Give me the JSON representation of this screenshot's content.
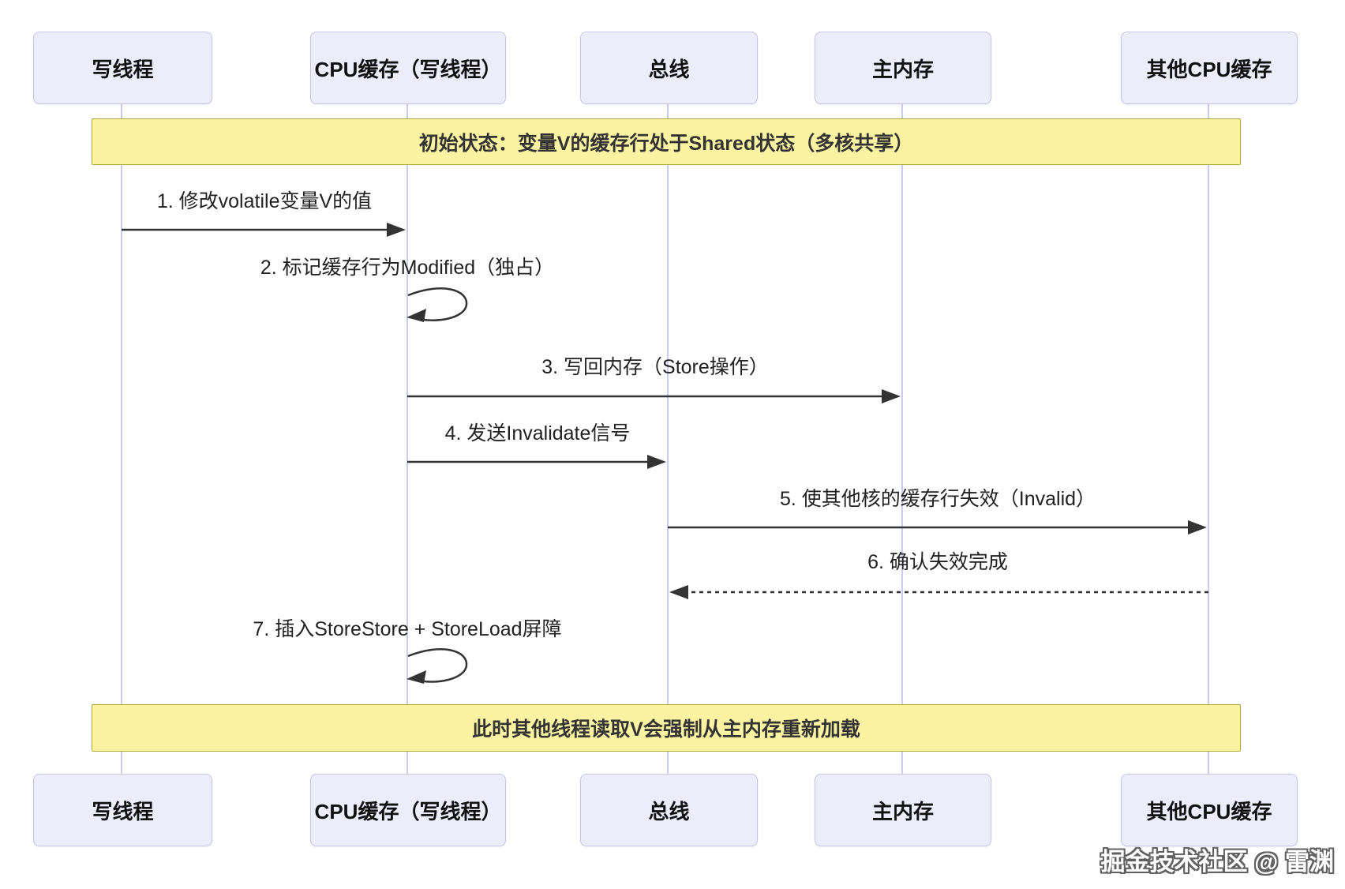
{
  "diagram": {
    "participants": [
      {
        "id": "writer-thread",
        "label": "写线程"
      },
      {
        "id": "cpu-cache-writer",
        "label": "CPU缓存（写线程）"
      },
      {
        "id": "bus",
        "label": "总线"
      },
      {
        "id": "main-memory",
        "label": "主内存"
      },
      {
        "id": "other-cpu-cache",
        "label": "其他CPU缓存"
      }
    ],
    "notes": [
      {
        "id": "initial-state",
        "text": "初始状态：变量V的缓存行处于Shared状态（多核共享）"
      },
      {
        "id": "final-state",
        "text": "此时其他线程读取V会强制从主内存重新加载"
      }
    ],
    "messages": [
      {
        "seq": 1,
        "label": "1. 修改volatile变量V的值",
        "from": "writer-thread",
        "to": "cpu-cache-writer",
        "line": "solid"
      },
      {
        "seq": 2,
        "label": "2. 标记缓存行为Modified（独占）",
        "from": "cpu-cache-writer",
        "to": "cpu-cache-writer",
        "line": "self"
      },
      {
        "seq": 3,
        "label": "3. 写回内存（Store操作）",
        "from": "cpu-cache-writer",
        "to": "main-memory",
        "line": "solid"
      },
      {
        "seq": 4,
        "label": "4. 发送Invalidate信号",
        "from": "cpu-cache-writer",
        "to": "bus",
        "line": "solid"
      },
      {
        "seq": 5,
        "label": "5. 使其他核的缓存行失效（Invalid）",
        "from": "bus",
        "to": "other-cpu-cache",
        "line": "solid"
      },
      {
        "seq": 6,
        "label": "6. 确认失效完成",
        "from": "other-cpu-cache",
        "to": "bus",
        "line": "dashed"
      },
      {
        "seq": 7,
        "label": "7. 插入StoreStore + StoreLoad屏障",
        "from": "cpu-cache-writer",
        "to": "cpu-cache-writer",
        "line": "self"
      }
    ],
    "watermark": "掘金技术社区 @ 雷渊",
    "colors": {
      "participant_fill": "#ECECFB",
      "participant_border": "#C5C5E8",
      "note_fill": "#FBF3A2",
      "note_border": "#A9A938",
      "lifeline": "#CBCBEF",
      "arrow": "#333333",
      "text": "#222222"
    }
  }
}
